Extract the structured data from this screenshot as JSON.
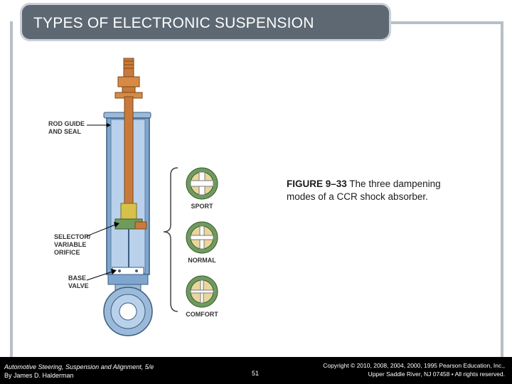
{
  "slide": {
    "title": "TYPES OF ELECTRONIC SUSPENSION"
  },
  "figure": {
    "labels": {
      "rod_guide_line1": "ROD GUIDE",
      "rod_guide_line2": "AND SEAL",
      "selector_line1": "SELECTOR/",
      "selector_line2": "VARIABLE",
      "selector_line3": "ORIFICE",
      "base_line1": "BASE",
      "base_line2": "VALVE",
      "sport": "SPORT",
      "normal": "NORMAL",
      "comfort": "COMFORT"
    },
    "caption_number": "FIGURE 9–33",
    "caption_text": " The three dampening modes of a CCR shock absorber."
  },
  "footer": {
    "book_title": "Automotive Steering, Suspension and Alignment, 5/e",
    "author": "By James D. Halderman",
    "page_number": "51",
    "copyright_line1": "Copyright © 2010, 2008, 2004, 2000, 1995 Pearson Education, Inc.,",
    "copyright_line2": "Upper Saddle River, NJ 07458 • All rights reserved."
  },
  "colors": {
    "title_bar": "#5d6873",
    "shock_body": "#7fa6cf",
    "rod": "#c97a3a",
    "valve_green": "#6f9b5e",
    "footer_bg": "#000000"
  }
}
